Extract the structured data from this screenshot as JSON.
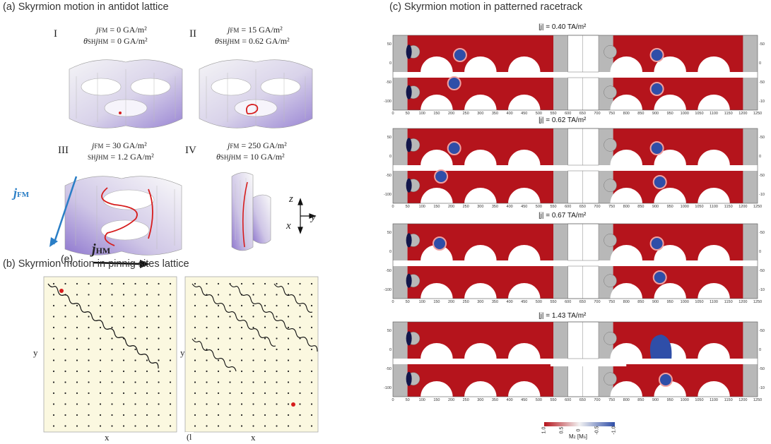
{
  "panel_a": {
    "title": "(a) Skyrmion motion in antidot lattice",
    "cases": [
      {
        "roman": "I",
        "line1": "j",
        "sub1": "FM",
        "val1": " = 0 GA/m²",
        "line2a": "θ",
        "sub2a": "SH",
        "line2b": "j",
        "sub2b": "HM",
        "val2": " = 0 GA/m²"
      },
      {
        "roman": "II",
        "line1": "j",
        "sub1": "FM",
        "val1": " = 15 GA/m²",
        "line2a": "θ",
        "sub2a": "SH",
        "line2b": "j",
        "sub2b": "HM",
        "val2": " = 0.62 GA/m²"
      },
      {
        "roman": "III",
        "line1": "j",
        "sub1": "FM",
        "val1": " = 30 GA/m²",
        "line2a": "",
        "sub2a": "SH",
        "line2b": "j",
        "sub2b": "HM",
        "val2": " = 1.2 GA/m²"
      },
      {
        "roman": "IV",
        "line1": "j",
        "sub1": "FM",
        "val1": " = 250 GA/m²",
        "line2a": "θ",
        "sub2a": "SH",
        "line2b": "j",
        "sub2b": "HM",
        "val2": " = 10 GA/m²"
      }
    ],
    "jfm": "j",
    "jfm_sub": "FM",
    "jhm": "j",
    "jhm_sub": "HM",
    "label_e": "(e)",
    "axis_z": "z",
    "axis_x": "x",
    "axis_y": "y"
  },
  "panel_b": {
    "title": "(b) Skyrmion motion in pinnig sites lattice",
    "xlabel": "x",
    "ylabel": "y",
    "right_corner": "(l"
  },
  "panel_c": {
    "title": "(c) Skyrmion motion in patterned racetrack",
    "rows": [
      {
        "label": "|j| = 0.40 TA/m²"
      },
      {
        "label": "|j| = 0.62 TA/m²"
      },
      {
        "label": "|j| = 0.67 TA/m²"
      },
      {
        "label": "|j| = 1.43 TA/m²"
      }
    ],
    "x_ticks": [
      "0",
      "50",
      "100",
      "150",
      "200",
      "250",
      "300",
      "350",
      "400",
      "450",
      "500",
      "550",
      "600",
      "650",
      "700",
      "750",
      "800",
      "850",
      "900",
      "950",
      "1000",
      "1050",
      "1100",
      "1150",
      "1200",
      "1250"
    ],
    "y_ticks_left": [
      "50",
      "0",
      "-50",
      "-100"
    ],
    "y_ticks_right": [
      "-50",
      "0",
      "-50",
      "-10"
    ],
    "colorbar": {
      "ticks": [
        "1.0",
        "0.5",
        "0",
        "-0.5",
        "-1.0"
      ],
      "label": "M",
      "label_sub1": "z",
      "label_mid": " [M",
      "label_sub2": "s",
      "label_end": "]"
    },
    "colors": {
      "red": "#b5141c",
      "blue": "#2f4ea8",
      "gray": "#b8b8b8"
    }
  }
}
